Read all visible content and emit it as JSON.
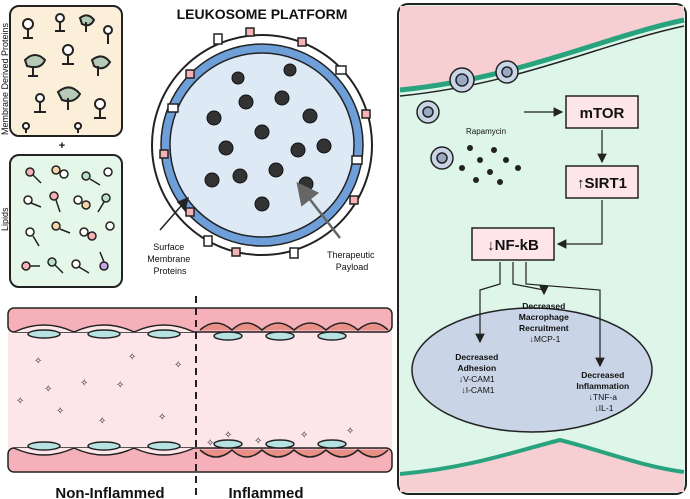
{
  "title": "LEUKOSOME PLATFORM",
  "panels": {
    "membrane_proteins": {
      "label": "Membrane Derived Proteins"
    },
    "plus": "+",
    "lipids": {
      "label": "Lipids"
    }
  },
  "leukosome": {
    "surface_label": [
      "Surface",
      "Membrane",
      "Proteins"
    ],
    "payload_label": [
      "Therapeutic",
      "Payload"
    ]
  },
  "vessel": {
    "left_label": "Non-Inflammed",
    "right_label": "Inflammed"
  },
  "pathway": {
    "drug": "Rapamycin",
    "mtor": "mTOR",
    "sirt1": "↑SIRT1",
    "nfkb": "↓NF-kB",
    "outcomes": {
      "macrophage": [
        "Decreased",
        "Macrophage",
        "Recruitment",
        "↓MCP-1"
      ],
      "adhesion": [
        "Decreased",
        "Adhesion",
        "↓V-CAM1",
        "↓I-CAM1"
      ],
      "inflammation": [
        "Decreased",
        "Inflammation",
        "↓TNF-a",
        "↓IL-1"
      ]
    }
  },
  "colors": {
    "protein_panel": "#fbefd9",
    "lipid_panel": "#e5f7e8",
    "vessel_lumen": "#fde6e9",
    "vessel_wall": "#f5b0b9",
    "cell_panel": "#def5ea",
    "tissue_pink": "#f7cfd2",
    "membrane_teal": "#29a37e",
    "nucleus_bubble": "#c9d4e6",
    "leukosome_ring": "#6f9fd8",
    "leukosome_core": "#dde9f5",
    "pathway_box": "#fde5ea"
  }
}
